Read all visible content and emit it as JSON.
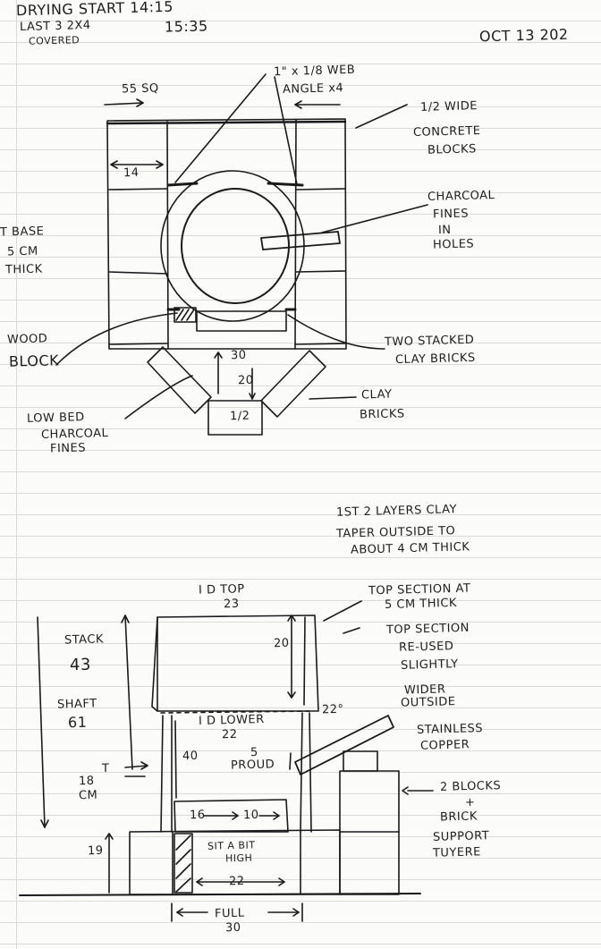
{
  "header": {
    "drying_start": "DRYING START 14:15",
    "last_3": "LAST 3 2X4",
    "covered": "COVERED",
    "time2": "15:35",
    "date": "OCT 13 202"
  },
  "top_view": {
    "web_angle_1": "1\" x 1/8 WEB",
    "web_angle_2": "ANGLE x4",
    "width_55": "55 SQ",
    "half_wide_1": "1/2 WIDE",
    "half_wide_2": "CONCRETE",
    "half_wide_3": "BLOCKS",
    "dim_14": "14",
    "charcoal_1": "CHARCOAL",
    "charcoal_2": "FINES",
    "charcoal_3": "IN",
    "charcoal_4": "HOLES",
    "base_1": "T BASE",
    "base_2": "5 CM",
    "base_3": "THICK",
    "wood_1": "WOOD",
    "wood_2": "BLOCK",
    "two_stacked_1": "TWO STACKED",
    "two_stacked_2": "CLAY BRICKS",
    "dim_30": "30",
    "dim_20": "20",
    "dim_half": "1/2",
    "clay_1": "CLAY",
    "clay_2": "BRICKS",
    "low_bed_1": "LOW BED",
    "low_bed_2": "CHARCOAL",
    "low_bed_3": "FINES"
  },
  "side_view": {
    "layers_1": "1ST 2 LAYERS CLAY",
    "layers_2": "TAPER OUTSIDE TO",
    "layers_3": "ABOUT 4 CM THICK",
    "id_top_1": "I D TOP",
    "id_top_2": "23",
    "top_section_1": "TOP SECTION AT",
    "top_section_2": "5 CM THICK",
    "reused_1": "TOP SECTION",
    "reused_2": "RE-USED",
    "reused_3": "SLIGHTLY",
    "reused_4": "WIDER",
    "reused_5": "OUTSIDE",
    "stack_1": "STACK",
    "stack_2": "43",
    "shaft_1": "SHAFT",
    "shaft_2": "61",
    "dim_20_inner": "20",
    "id_lower_1": "I D LOWER",
    "id_lower_2": "22",
    "angle": "22°",
    "dim_40": "40",
    "pround_1": "5",
    "pround_2": "PROUD",
    "stainless_1": "STAINLESS",
    "stainless_2": "COPPER",
    "t_label": "T",
    "t_18": "18",
    "t_cm": "CM",
    "blocks_1": "2 BLOCKS",
    "blocks_2": "+",
    "blocks_3": "BRICK",
    "blocks_4": "SUPPORT",
    "blocks_5": "TUYERE",
    "inner_16": "16",
    "inner_10": "10",
    "sit_1": "SIT A BIT",
    "sit_2": "HIGH",
    "dim_19": "19",
    "dim_22": "22",
    "full_1": "FULL",
    "full_2": "30"
  }
}
